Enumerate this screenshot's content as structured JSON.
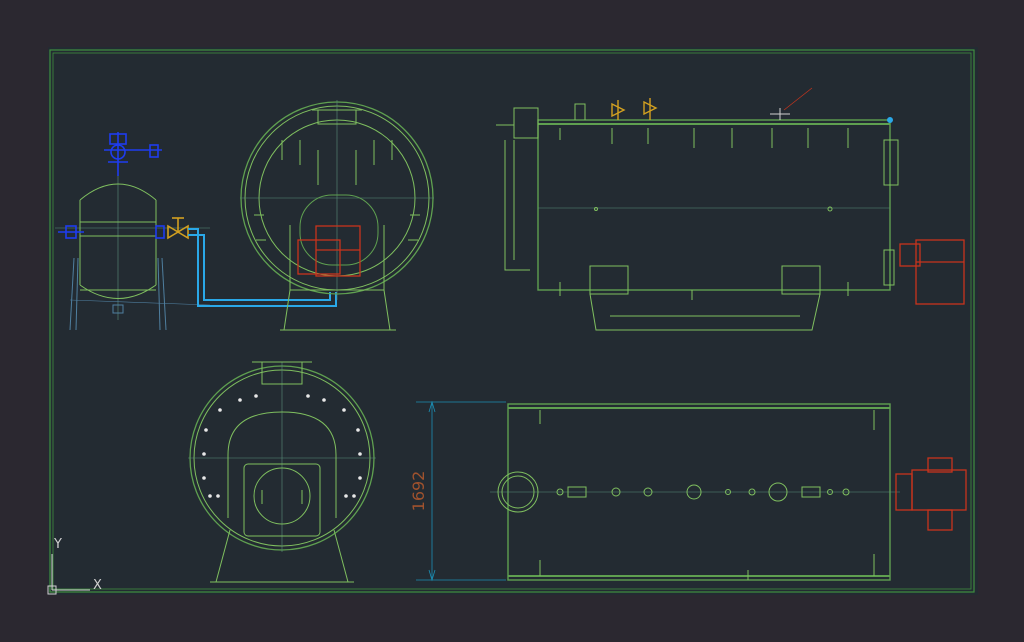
{
  "colors": {
    "background": "#2b2830",
    "paper": "#232b32",
    "frame": "#3f8f3f",
    "geometry": "#7fbf5f",
    "hatch": "#5fa050",
    "thin": "#5a8f7a",
    "pipe": "#2aa8e8",
    "valve_blue": "#1e3cf0",
    "valve_yellow": "#d2a020",
    "burner": "#c8341c",
    "dimension": "#1b8fb5",
    "dimension_text": "#a0522d",
    "bolt": "#e8e8e8"
  },
  "icons": {
    "ucs": "ucs-axis-icon",
    "valve": "valve-icon",
    "burner": "burner-icon"
  },
  "ucs": {
    "x_label": "X",
    "y_label": "Y"
  },
  "dimensions": {
    "front_height": "1692"
  }
}
